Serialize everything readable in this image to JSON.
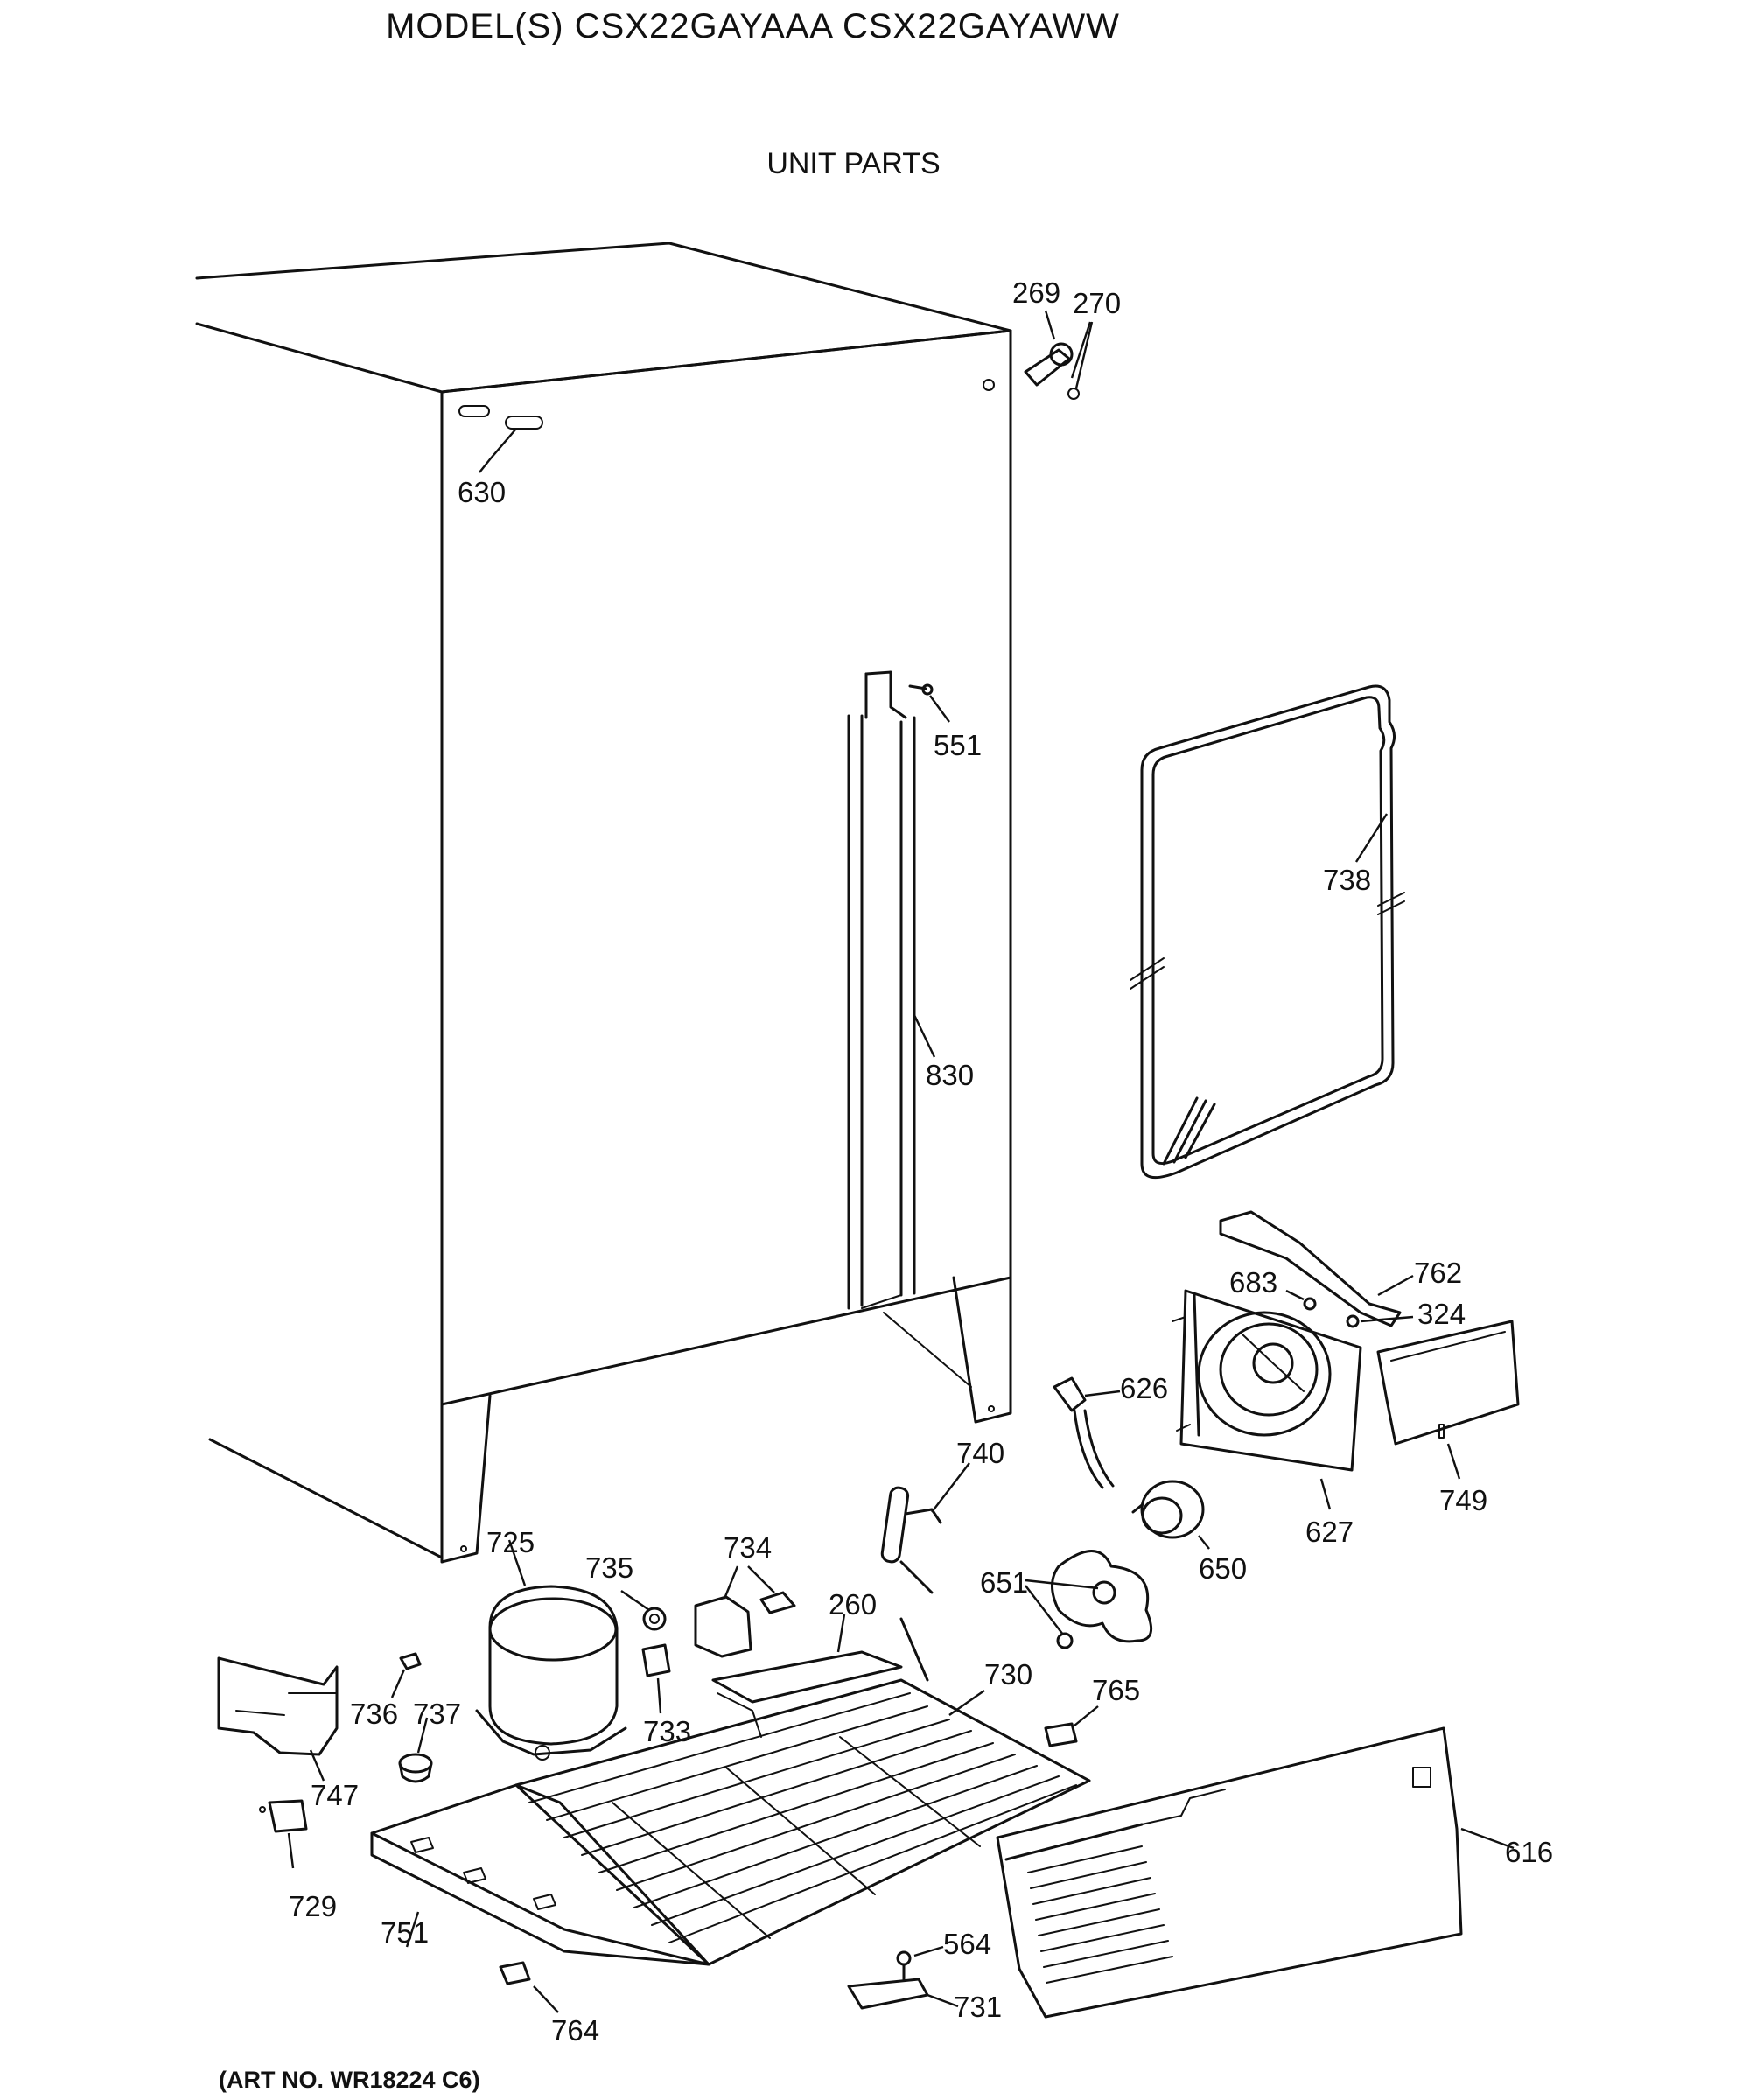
{
  "header": {
    "model_line": "MODEL(S) CSX22GAYAAA  CSX22GAYAWW",
    "section_title": "UNIT PARTS"
  },
  "footer": {
    "art_number": "(ART NO. WR18224 C6)"
  },
  "callouts": {
    "p269": "269",
    "p270": "270",
    "p630": "630",
    "p551": "551",
    "p738": "738",
    "p830": "830",
    "p762": "762",
    "p683": "683",
    "p324": "324",
    "p626": "626",
    "p740": "740",
    "p749": "749",
    "p627": "627",
    "p725": "725",
    "p735": "735",
    "p734": "734",
    "p650": "650",
    "p651": "651",
    "p260": "260",
    "p730": "730",
    "p765": "765",
    "p736": "736",
    "p737": "737",
    "p733": "733",
    "p747": "747",
    "p616": "616",
    "p729": "729",
    "p751": "751",
    "p564": "564",
    "p731": "731",
    "p764": "764"
  }
}
